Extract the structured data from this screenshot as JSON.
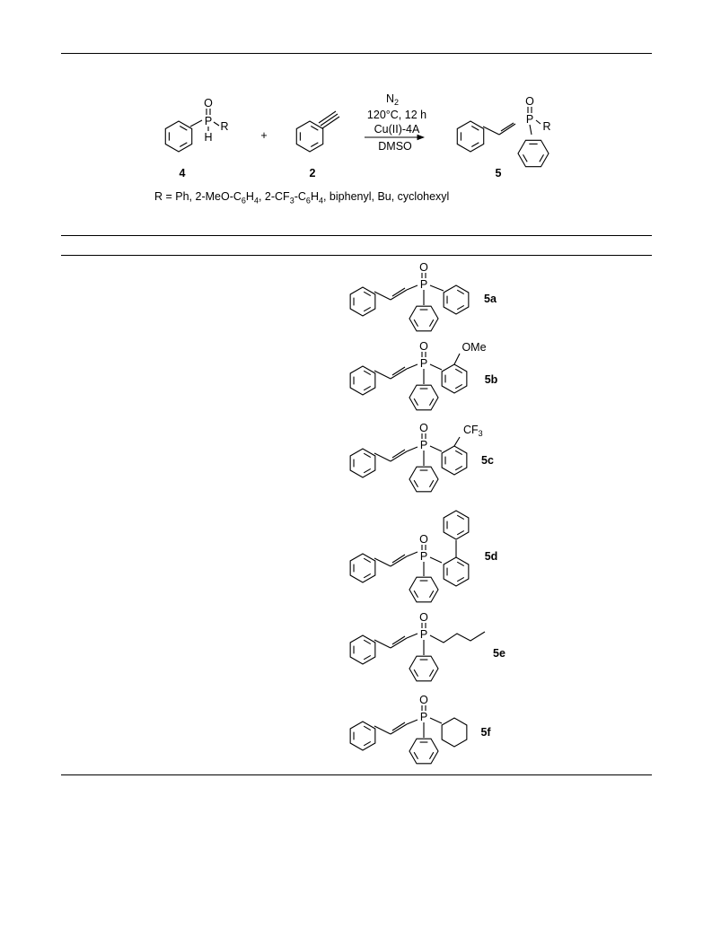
{
  "scheme": {
    "reactant1": {
      "number": "4",
      "atoms": {
        "o": "O",
        "p": "P",
        "h": "H",
        "r": "R"
      }
    },
    "plus": "+",
    "reactant2": {
      "number": "2"
    },
    "conditions": {
      "atmosphere": "N",
      "atmosphere_sub": "2",
      "temp_time": "120°C, 12 h",
      "catalyst": "Cu(II)-4A",
      "solvent": "DMSO"
    },
    "product": {
      "number": "5",
      "atoms": {
        "o": "O",
        "p": "P",
        "r": "R"
      }
    },
    "r_groups": {
      "prefix": "R = Ph, 2-MeO-C",
      "a_sub1": "6",
      "a_mid": "H",
      "a_sub2": "4",
      "sep": ", 2-CF",
      "b_sub0": "3",
      "b_dash": "-C",
      "b_sub1": "6",
      "b_mid": "H",
      "b_sub2": "4",
      "suffix": ", biphenyl, Bu, cyclohexyl"
    }
  },
  "products": [
    {
      "label": "5a",
      "o": "O",
      "p": "P"
    },
    {
      "label": "5b",
      "o": "O",
      "p": "P",
      "substituent": "OMe"
    },
    {
      "label": "5c",
      "o": "O",
      "p": "P",
      "substituent": "CF",
      "substituent_sub": "3"
    },
    {
      "label": "5d",
      "o": "O",
      "p": "P"
    },
    {
      "label": "5e",
      "o": "O",
      "p": "P"
    },
    {
      "label": "5f",
      "o": "O",
      "p": "P"
    }
  ]
}
